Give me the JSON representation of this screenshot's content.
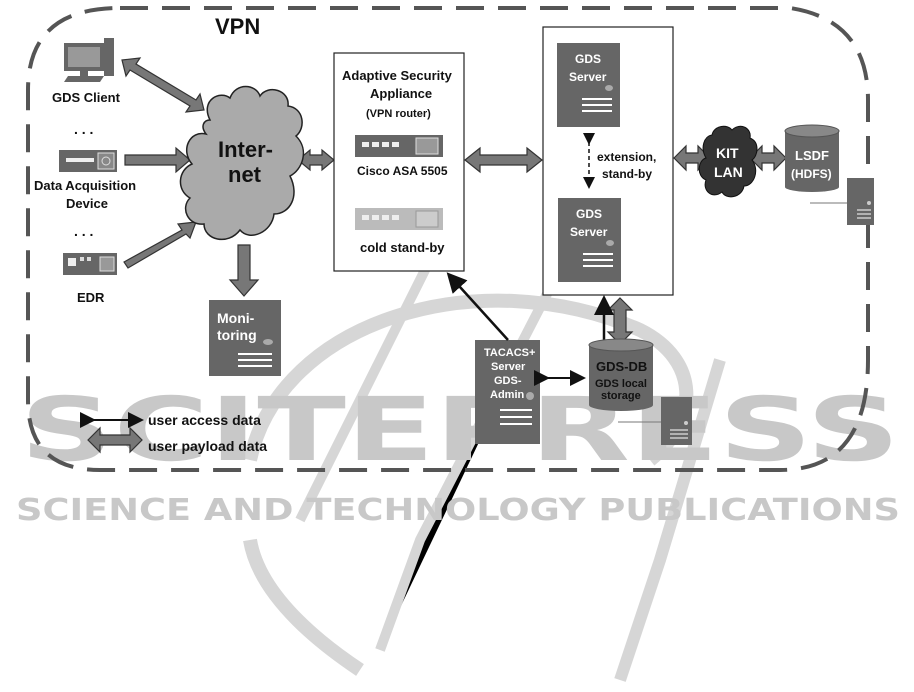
{
  "vpn_label": "VPN",
  "clients": {
    "gds_client": "GDS Client",
    "dots1": ". . .",
    "daq_line1": "Data Acquisition",
    "daq_line2": "Device",
    "dots2": ". . .",
    "edr": "EDR"
  },
  "internet": {
    "line1": "Inter-",
    "line2": "net"
  },
  "monitoring": {
    "line1": "Moni-",
    "line2": "toring"
  },
  "asa": {
    "title1": "Adaptive Security",
    "title2": "Appliance",
    "subtitle": "(VPN router)",
    "device1": "Cisco ASA 5505",
    "device2": "cold stand-by"
  },
  "servers": {
    "server1_line1": "GDS",
    "server1_line2": "Server",
    "server2_line1": "GDS",
    "server2_line2": "Server",
    "ext_line1": "extension,",
    "ext_line2": "stand-by"
  },
  "kit_lan": {
    "line1": "KIT",
    "line2": "LAN"
  },
  "lsdf": {
    "line1": "LSDF",
    "line2": "(HDFS)"
  },
  "tacacs": {
    "line1": "TACACS+",
    "line2": "Server",
    "line3": "GDS-",
    "line4": "Admin"
  },
  "gds_db": {
    "line1": "GDS-DB",
    "line2": "GDS local",
    "line3": "storage"
  },
  "legend": {
    "access": "user access data",
    "payload": "user payload data"
  },
  "watermark": {
    "main": "SCITEPRESS",
    "sub": "SCIENCE AND TECHNOLOGY PUBLICATIONS"
  },
  "colors": {
    "dark": "#666666",
    "arrow": "#777777",
    "cloud": "#aaaaaa",
    "kit": "#333333",
    "watermark": "#c8c8c8"
  }
}
